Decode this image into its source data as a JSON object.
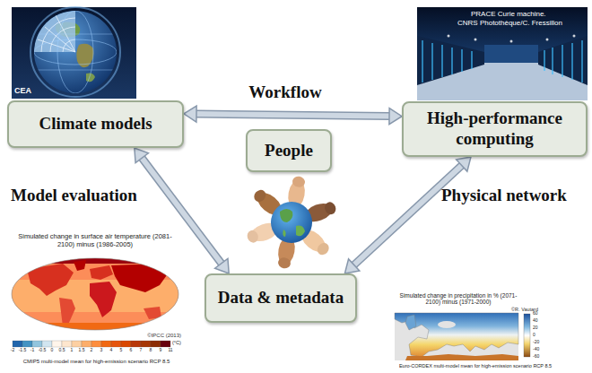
{
  "diagram": {
    "nodes": [
      {
        "text": [
          "Climate models"
        ]
      },
      {
        "text": [
          "High-performance computing"
        ]
      },
      {
        "text": [
          "People"
        ]
      },
      {
        "text": [
          "Data & metadata"
        ]
      }
    ],
    "edges": [
      {
        "from": 0,
        "to": 1,
        "label": "Workflow",
        "arrow": "both"
      },
      {
        "from": 0,
        "to": 3,
        "label": "Model evaluation",
        "arrow": "both"
      },
      {
        "from": 1,
        "to": 3,
        "label": "Physical network",
        "arrow": "both"
      }
    ],
    "labels": [
      "CEA",
      "PRACE Curie machine.",
      "CNRS Photothèque/C. Fressillon",
      "Simulated change in surface air temperature (2081-2100) minus (1986-2005)",
      "©IPCC (2013)",
      "(°C)",
      "-2",
      "-1.5",
      "-1",
      "-0.5",
      "0",
      "0.5",
      "1",
      "1.5",
      "2",
      "3",
      "4",
      "5",
      "6",
      "7",
      "8",
      "9",
      "11",
      "CMIP5 multi-model mean for high-emission scenario RCP 8.5",
      "Simulated change in precipitation in % (2071-2100) minus (1971-2000)",
      "©R. Vautard",
      "60",
      "40",
      "20",
      "0",
      "-20",
      "-40",
      "-60",
      "Euro-CORDEX multi-model mean for high-emission scenario RCP 8.5"
    ]
  }
}
